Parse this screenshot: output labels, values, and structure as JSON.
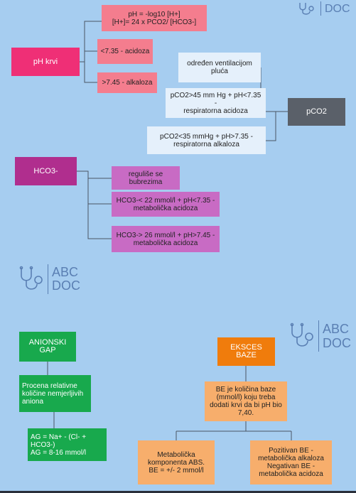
{
  "logo": {
    "line1": "ABC",
    "line2": "DOC",
    "top_right_text": "DOC"
  },
  "ph": {
    "root": "pH krvi",
    "formula": "pH = -log10 [H+]\n[H+]= 24 x PCO2/ [HCO3-]",
    "acidosis": "<7.35 - acidoza",
    "alkalosis": ">7.45 - alkaloza"
  },
  "pco2": {
    "root": "pCO2",
    "def": "određen ventilacijom\npluća",
    "high": "pCO2>45 mm Hg + pH<7.35 -\nrespiratorna acidoza",
    "low": "pCO2<35 mmHg + pH>7.35 -\nrespiratorna alkaloza"
  },
  "hco3": {
    "root": "HCO3-",
    "def": "reguliše se\nbubrezima",
    "low": "HCO3-< 22 mmol/l + pH<7.35 -\nmetabolička acidoza",
    "high": "HCO3-> 26 mmol/l + pH>7.45 -\nmetabolička acidoza"
  },
  "anion_gap": {
    "root": "ANIONSKI\nGAP",
    "def": "Procena relativne\nkoličine nemjerljivih\naniona",
    "formula": "AG = Na+ - (Cl- + HCO3-)\nAG = 8-16 mmol/l"
  },
  "base_excess": {
    "root": "EKSCES BAZE",
    "def": "BE je količina baze\n(mmol/l) koju treba\ndodati krvi da bi pH bio\n7,40.",
    "component": "Metabolička\nkomponenta ABS.\nBE = +/- 2 mmol/l",
    "sign": "Pozitivan BE -\nmetabolička alkaloza\nNegativan BE -\nmetabolička acidoza"
  }
}
